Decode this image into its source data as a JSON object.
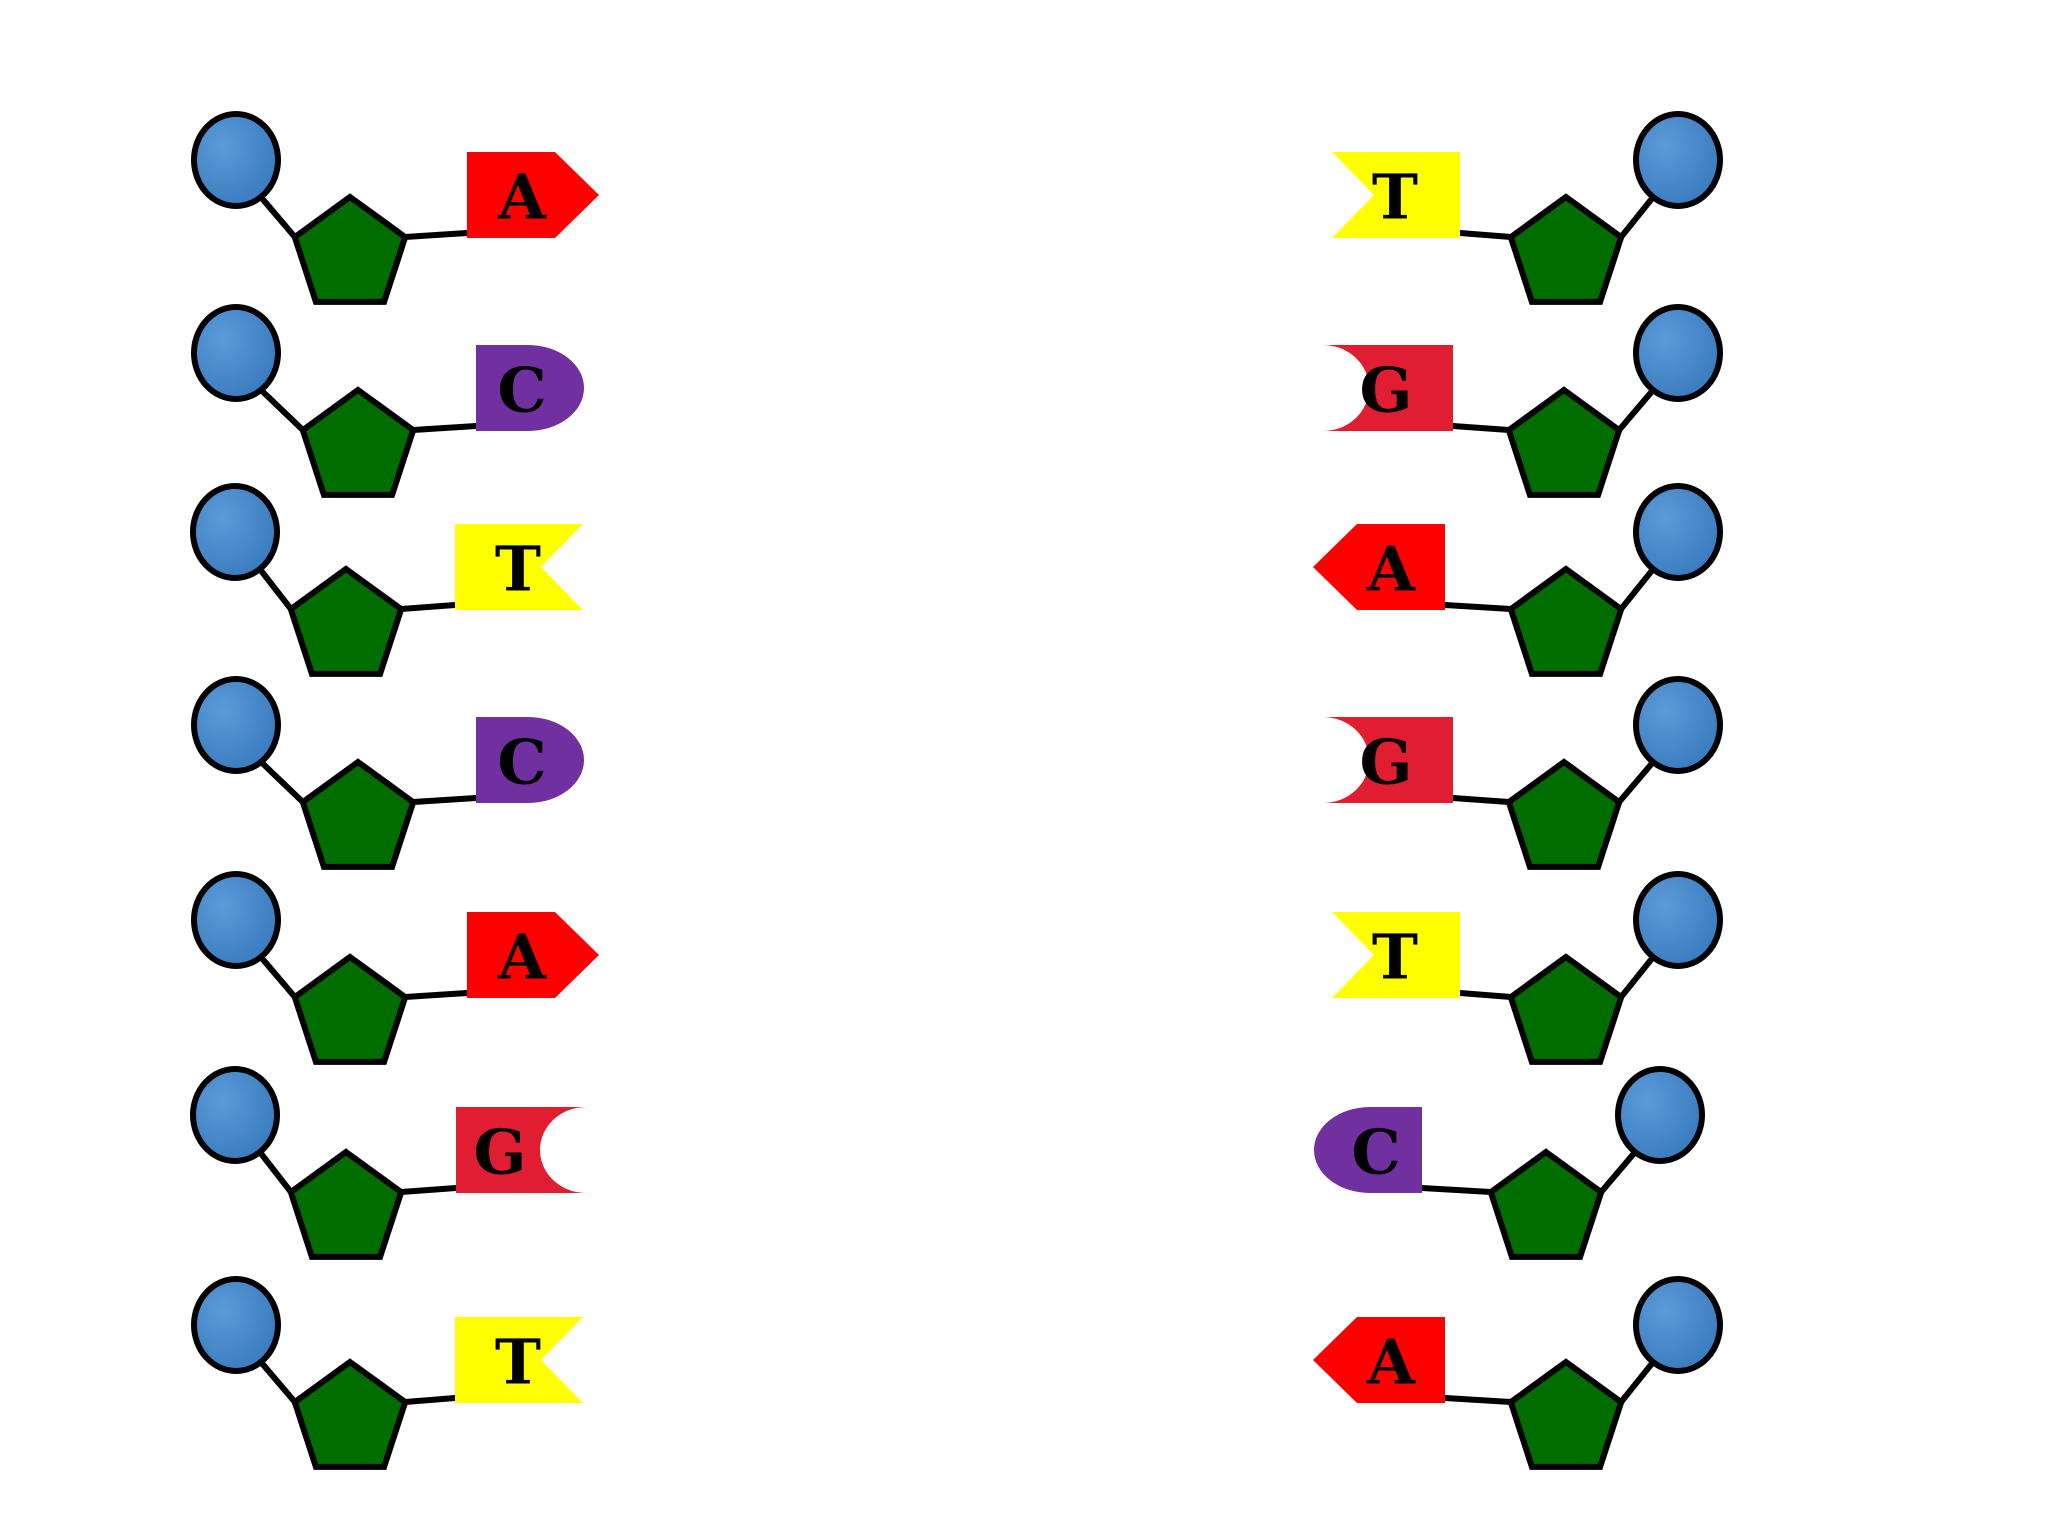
{
  "colors": {
    "phosphate": "#3f85c6",
    "phosphate_light": "#5a9ad6",
    "sugar": "#006d00",
    "A": "#ff0000",
    "C": "#7030a0",
    "G": "#e11d32",
    "T": "#ffff00",
    "outline": "#000000"
  },
  "strands": {
    "left": [
      {
        "base": "A"
      },
      {
        "base": "C"
      },
      {
        "base": "T"
      },
      {
        "base": "C"
      },
      {
        "base": "A"
      },
      {
        "base": "G"
      },
      {
        "base": "T"
      }
    ],
    "right": [
      {
        "base": "T"
      },
      {
        "base": "G"
      },
      {
        "base": "A"
      },
      {
        "base": "G"
      },
      {
        "base": "T"
      },
      {
        "base": "C"
      },
      {
        "base": "A"
      }
    ]
  }
}
